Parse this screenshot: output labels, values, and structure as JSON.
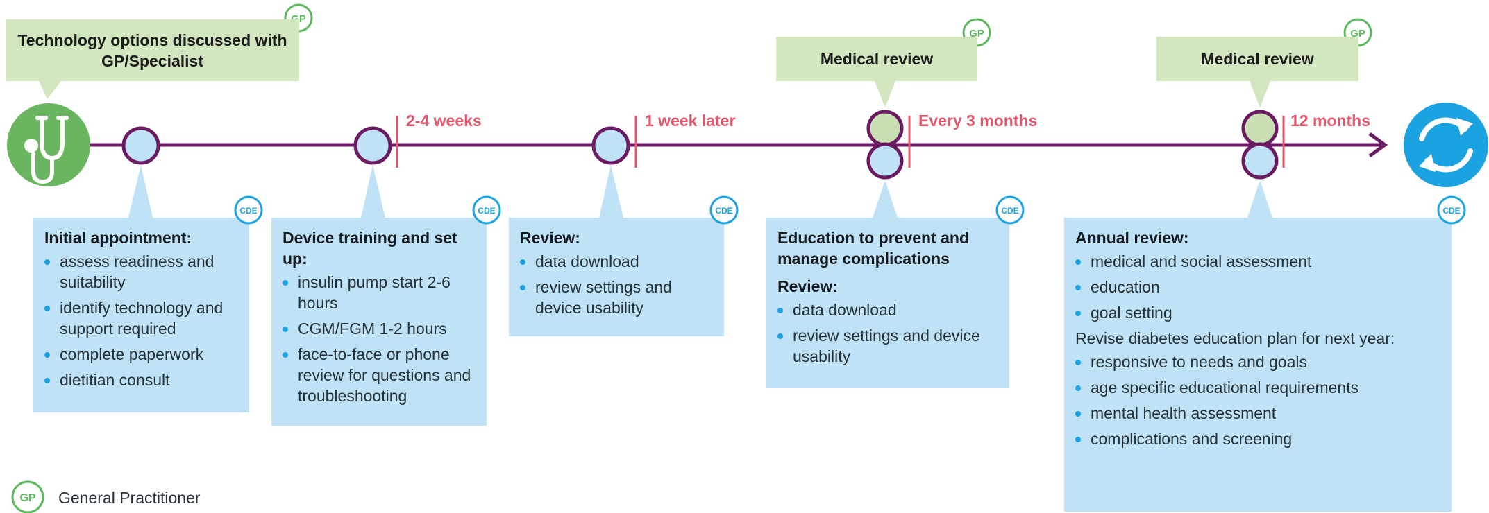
{
  "gp_badge": "GP",
  "cde_badge": "CDE",
  "colors": {
    "line": "#6b1b63",
    "interval": "#e0576b",
    "gp": "#5cb85c",
    "cde": "#1aa3e0",
    "box_fill": "#bfe2f6",
    "callout_fill": "#d2e7bf",
    "start_circle": "#6ab55f",
    "end_circle": "#1aa3e0"
  },
  "icons": {
    "start": "stethoscope-icon",
    "end": "cycle-arrows-icon"
  },
  "callouts": {
    "technology": "Technology options discussed with GP/Specialist",
    "medical_review_1": "Medical review",
    "medical_review_2": "Medical review"
  },
  "intervals": {
    "i1": "2-4 weeks",
    "i2": "1 week later",
    "i3": "Every 3 months",
    "i4": "12 months"
  },
  "boxes": {
    "initial": {
      "title": "Initial appointment:",
      "items": [
        "assess readiness and suitability",
        "identify technology and support required",
        "complete paperwork",
        "dietitian consult"
      ]
    },
    "device": {
      "title": "Device training and set up:",
      "items": [
        "insulin pump start 2-6 hours",
        "CGM/FGM 1-2 hours",
        "face-to-face or phone review for questions and troubleshooting"
      ]
    },
    "review": {
      "title": "Review:",
      "items": [
        "data download",
        "review settings and device usability"
      ]
    },
    "education": {
      "title": "Education to prevent and manage complications",
      "subtitle": "Review:",
      "items": [
        "data download",
        "review settings and device usability"
      ]
    },
    "annual": {
      "title": "Annual review:",
      "items": [
        "medical and social assessment",
        "education",
        "goal setting"
      ],
      "paragraph": "Revise diabetes education plan for next year:",
      "items2": [
        "responsive to needs and goals",
        "age specific educational requirements",
        "mental health assessment",
        "complications and screening"
      ]
    }
  },
  "legend": {
    "gp_label": "General Practitioner"
  }
}
